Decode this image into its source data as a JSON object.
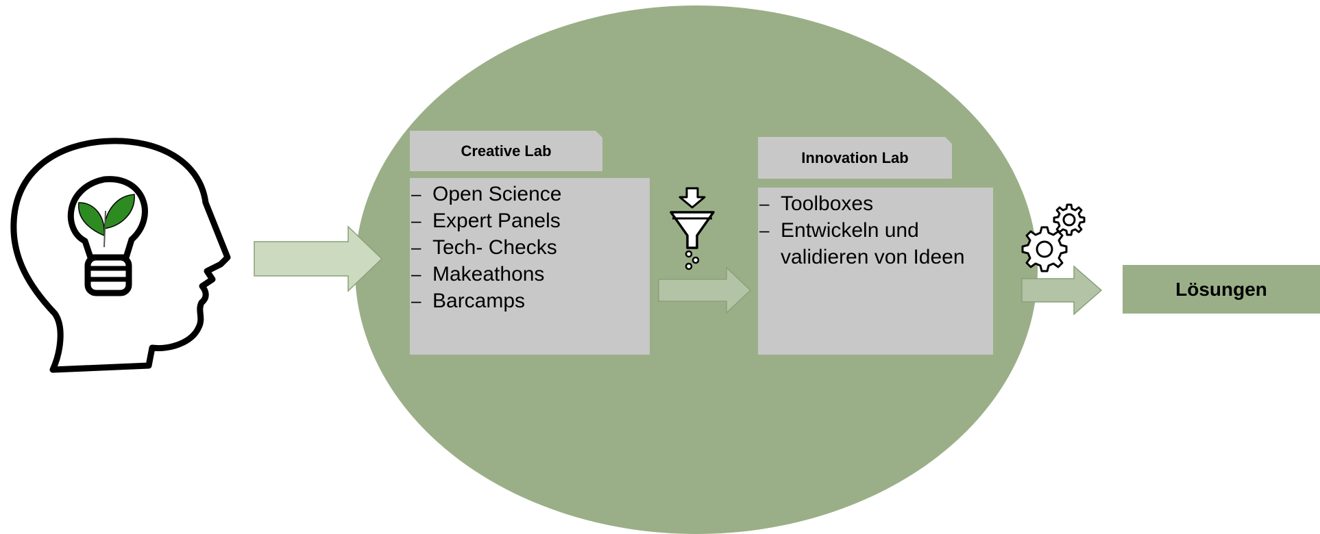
{
  "colors": {
    "ellipse": "#9aaf87",
    "panel": "#c8c8c8",
    "arrow_light": "#ccdac0",
    "arrow_mid": "#b3c3a6",
    "result_box": "#9aaf87",
    "icon_green": "#2e8b22"
  },
  "icons": {
    "head": "head-with-lightbulb-icon",
    "funnel": "funnel-filter-icon",
    "gears": "gears-icon"
  },
  "creative_lab": {
    "title": "Creative Lab",
    "items": [
      "Open Science",
      "Expert Panels",
      "Tech- Checks",
      "Makeathons",
      "Barcamps"
    ]
  },
  "innovation_lab": {
    "title": "Innovation Lab",
    "items": [
      "Toolboxes",
      "Entwickeln und validieren von Ideen"
    ]
  },
  "result": {
    "label": "Lösungen"
  }
}
